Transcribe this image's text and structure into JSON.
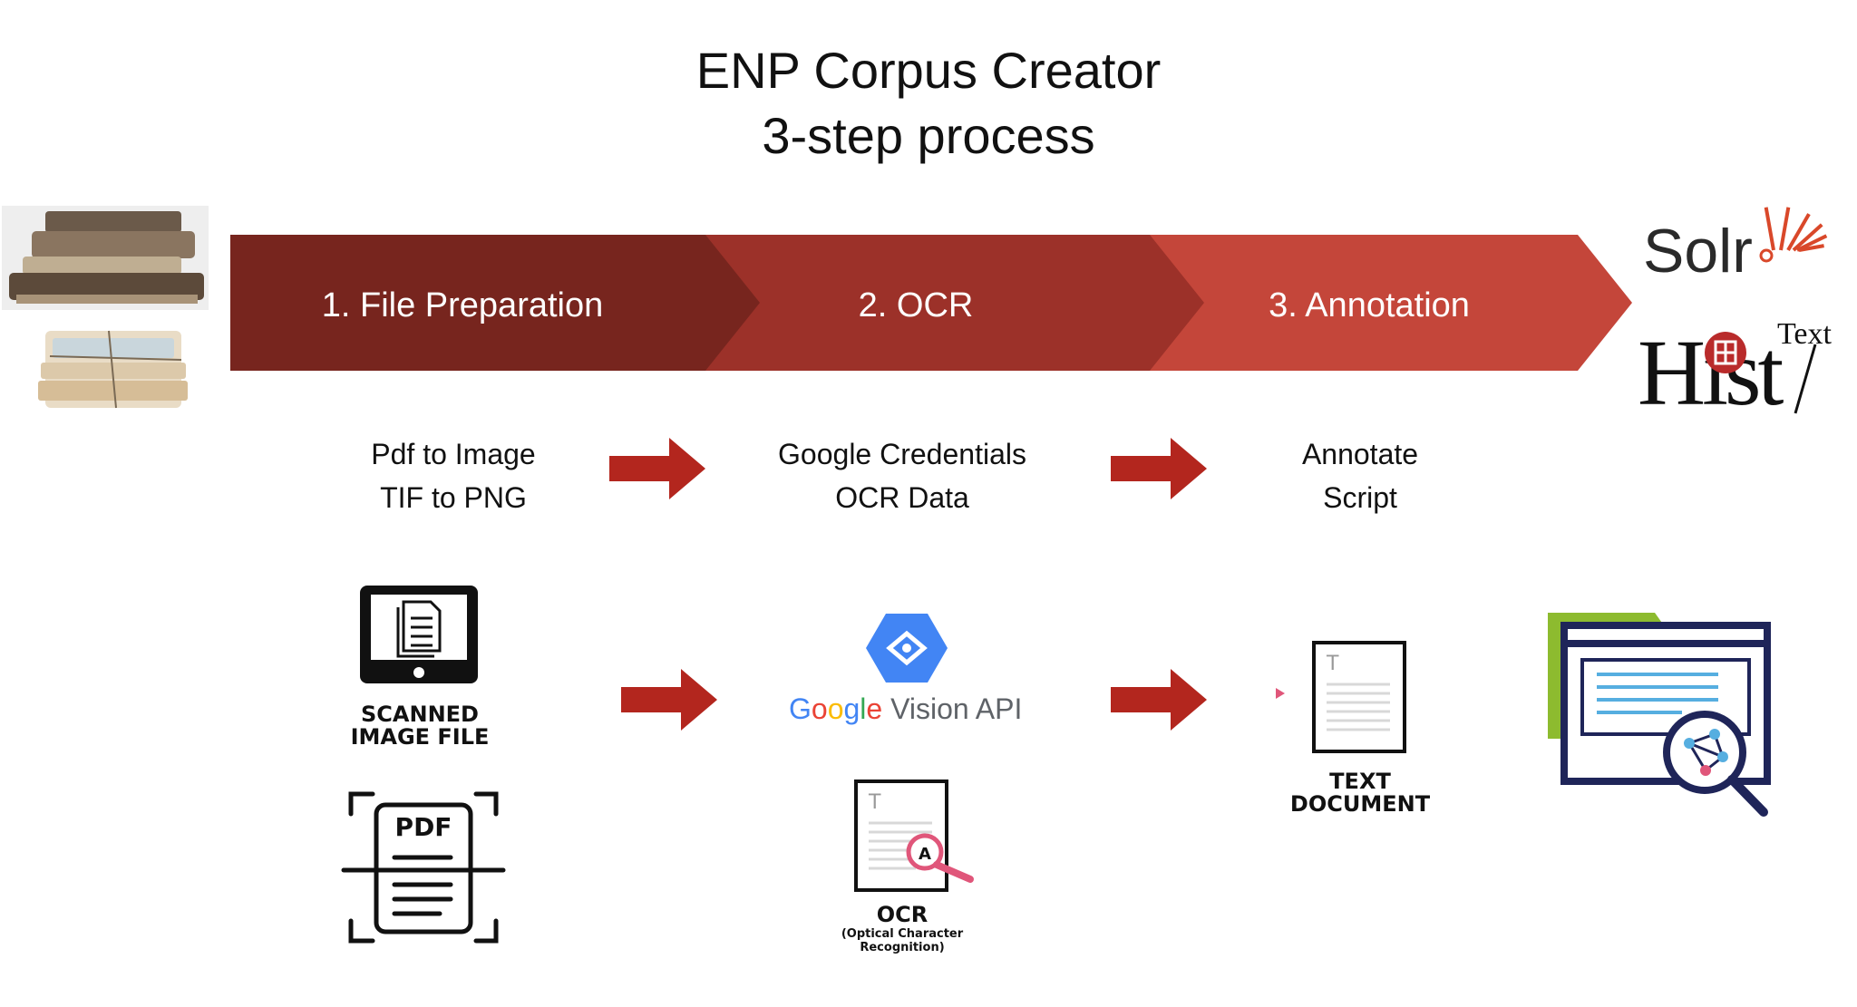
{
  "title": {
    "line1": "ENP Corpus Creator",
    "line2": "3-step process"
  },
  "steps": [
    {
      "label": "1. File Preparation",
      "color": "#77251e",
      "details": [
        "Pdf to Image",
        "TIF to PNG"
      ]
    },
    {
      "label": "2. OCR",
      "color": "#9c3129",
      "details": [
        "Google Credentials",
        "OCR Data"
      ]
    },
    {
      "label": "3. Annotation",
      "color": "#c4463a",
      "details": [
        "Annotate",
        "Script"
      ]
    }
  ],
  "icons": {
    "scanned_caption": [
      "SCANNED",
      "IMAGE FILE"
    ],
    "pdf_label": "PDF",
    "google_word": "Google",
    "vision_api": "Vision API",
    "ocr_title": "OCR",
    "ocr_sub": [
      "(Optical Character",
      "Recognition)"
    ],
    "text_doc_caption": [
      "TEXT",
      "DOCUMENT"
    ],
    "doc_letter": "T",
    "ocr_letter": "A"
  },
  "logos": {
    "solr": "Solr",
    "histtext_hist": "Hist",
    "histtext_text": "Text"
  },
  "colors": {
    "arrow": "#b3261e",
    "solr_ray": "#d9482a",
    "google_blue": "#4285f4",
    "google_red": "#ea4335",
    "google_yellow": "#fbbc05",
    "google_green": "#34a853",
    "browser_navy": "#1f2559",
    "browser_green": "#8dbb2f",
    "browser_line": "#56aee0"
  }
}
